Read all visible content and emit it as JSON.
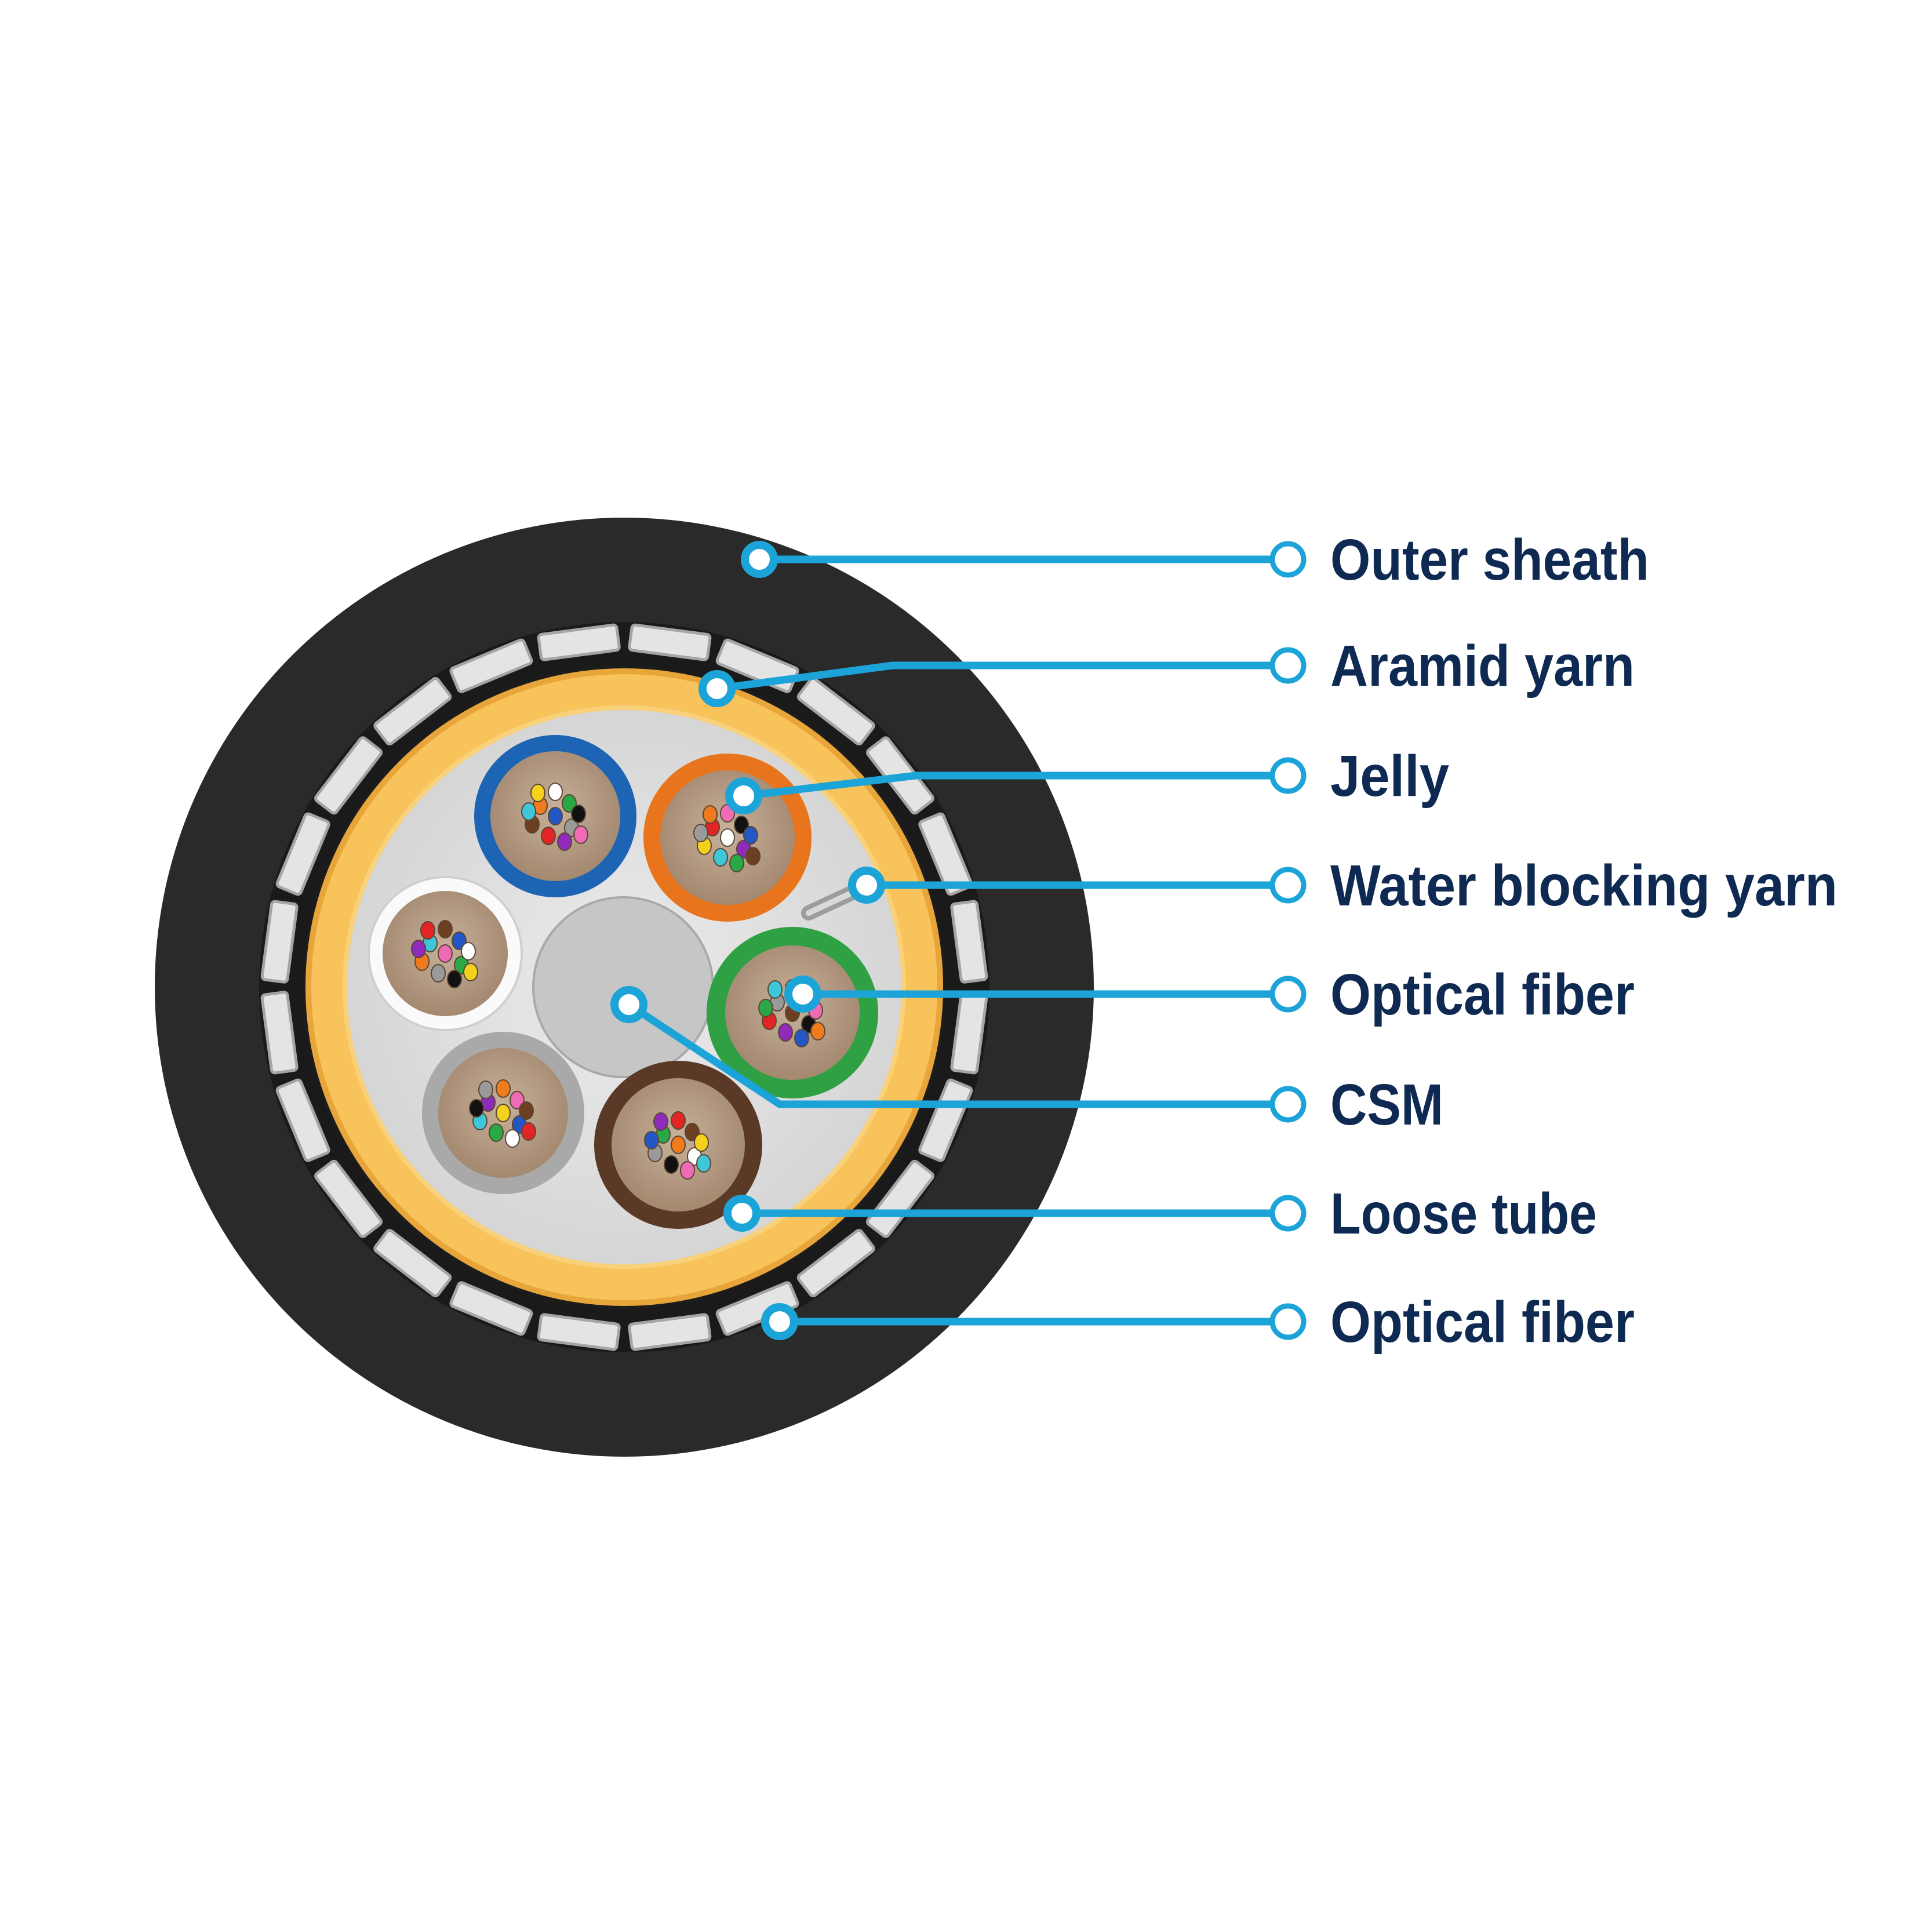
{
  "colors": {
    "leader": "#1ca4d8",
    "label_text": "#0f2a52",
    "outer_sheath": "#2a2a2a",
    "armor_segment": "#e4e4e4",
    "aramid_yarn": "#f7c35a",
    "jelly": "#e6e6e6",
    "csm": "#c6c6c6",
    "tube_interior": "#b9a08a"
  },
  "labels": [
    {
      "id": "outer-sheath",
      "text": "Outer sheath"
    },
    {
      "id": "aramid-yarn",
      "text": "Aramid yarn"
    },
    {
      "id": "jelly",
      "text": "Jelly"
    },
    {
      "id": "water-blocking-yarn",
      "text": "Water blocking yarn"
    },
    {
      "id": "optical-fiber",
      "text": "Optical fiber"
    },
    {
      "id": "csm",
      "text": "CSM"
    },
    {
      "id": "loose-tube",
      "text": "Loose tube"
    },
    {
      "id": "optical-fiber-2",
      "text": "Optical fiber"
    }
  ],
  "loose_tubes": [
    {
      "name": "blue",
      "color": "#1e64b4"
    },
    {
      "name": "orange",
      "color": "#e8741e"
    },
    {
      "name": "green",
      "color": "#2fa043"
    },
    {
      "name": "brown",
      "color": "#5a3a26"
    },
    {
      "name": "grey",
      "color": "#a9a9a9"
    },
    {
      "name": "white",
      "color": "#fafafa"
    }
  ],
  "fiber_colors": [
    "#2457c6",
    "#f07b1c",
    "#2aa845",
    "#6b3f1f",
    "#9a9a9a",
    "#ffffff",
    "#e32424",
    "#111111",
    "#f4d11d",
    "#8e2bb8",
    "#f06bb5",
    "#3ec6d9"
  ]
}
